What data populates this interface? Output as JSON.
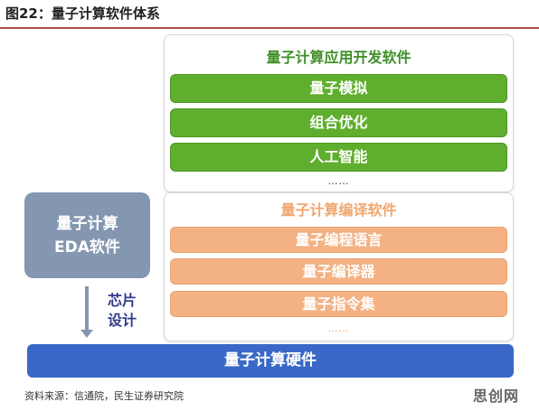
{
  "title": "图22：量子计算软件体系",
  "application_layer": {
    "heading": "量子计算应用开发软件",
    "items": [
      "量子模拟",
      "组合优化",
      "人工智能"
    ],
    "more": "……"
  },
  "compile_layer": {
    "heading": "量子计算编译软件",
    "items": [
      "量子编程语言",
      "量子编译器",
      "量子指令集"
    ],
    "more": "……"
  },
  "eda": {
    "line1": "量子计算",
    "line2": "EDA软件"
  },
  "chip_design": {
    "line1": "芯片",
    "line2": "设计"
  },
  "hardware": "量子计算硬件",
  "source": "资料来源：信通院，民生证券研究院",
  "watermark": "思创网",
  "colors": {
    "title_rule": "#b54a4a",
    "app_heading": "#3f8f27",
    "app_bar": "#5fae2e",
    "compile_heading": "#f0a66f",
    "compile_bar": "#f4b184",
    "eda_box": "#8497b0",
    "chip_label": "#2f3b8b",
    "hardware_bar": "#3a68c8"
  }
}
